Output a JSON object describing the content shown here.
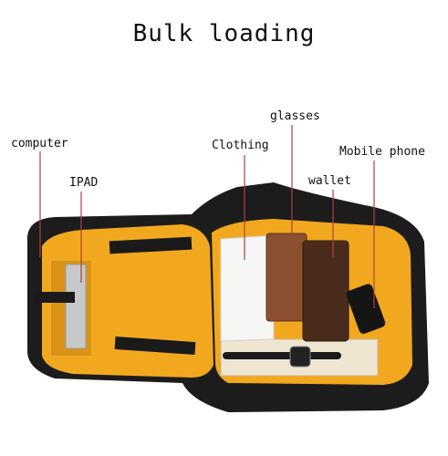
{
  "title": "Bulk loading",
  "labels": {
    "computer": "computer",
    "ipad": "IPAD",
    "clothing": "Clothing",
    "glasses": "glasses",
    "wallet": "wallet",
    "mobile_phone": "Mobile phone"
  },
  "colors": {
    "leader_line": "#b04040",
    "bag_black": "#1a1a1a",
    "lining_yellow": "#f2a81e",
    "wood": "#8a5030",
    "wallet_brown": "#4a2c1c"
  }
}
